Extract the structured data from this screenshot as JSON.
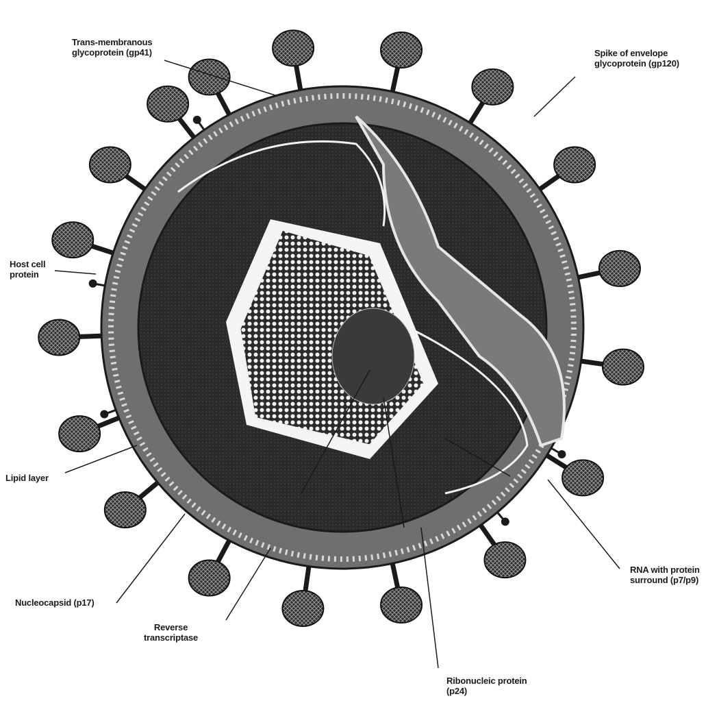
{
  "diagram": {
    "labels": {
      "gp41": "Trans-membranous\nglycoprotein (gp41)",
      "gp120": "Spike of envelope\nglycoprotein (gp120)",
      "host_cell_protein": "Host cell\nprotein",
      "lipid_layer": "Lipid layer",
      "nucleocapsid": "Nucleocapsid (p17)",
      "reverse_transcriptase": "Reverse\ntranscriptase",
      "ribonucleic_protein": "Ribonucleic protein\n(p24)",
      "rna": "RNA with protein\nsurround (p7/p9)"
    },
    "colors": {
      "ink": "#1a1a1a",
      "body": "#2b2b2b",
      "membrane": "#8a8a8a",
      "paper": "#ffffff"
    }
  }
}
